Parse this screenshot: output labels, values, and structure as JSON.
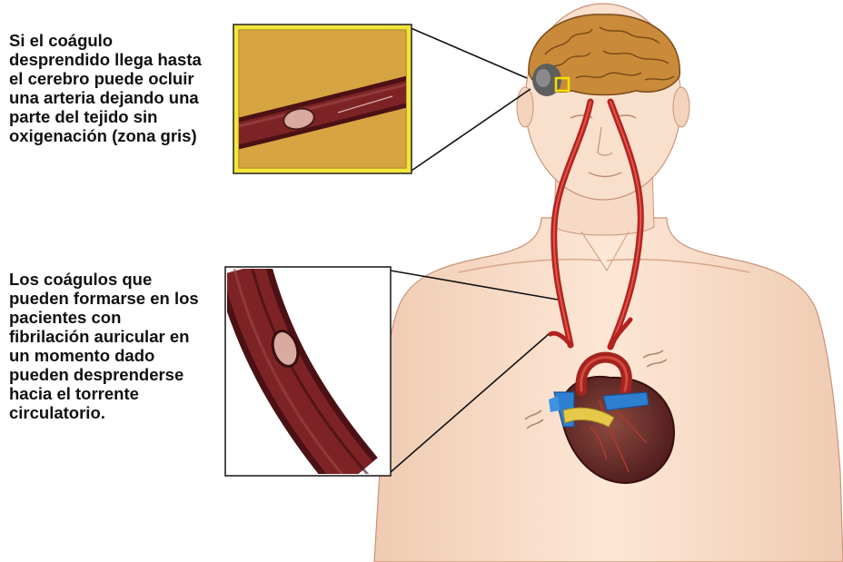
{
  "captions": {
    "brain_clot": "Si el coágulo\ndesprendido llega hasta\nel cerebro puede ocluir\nuna arteria dejando una\nparte del tejido sin\noxigenación (zona gris)",
    "heart_clot": "Los  coágulos que\npueden formarse en los\npacientes con\nfibrilación auricular en\nun momento dado\npueden desprenderse\nhacia el torrente\ncirculatorio."
  },
  "colors": {
    "skin": "#fbe3cf",
    "skin_shadow": "#efc7ad",
    "brain": "#c98a3a",
    "artery": "#b3231f",
    "vessel_dark": "#6e1f22",
    "clot": "#d9aaa0",
    "ischemic_zone": "#6a6a6a",
    "inset_highlight": "#f3e63a",
    "inset_background": "#d5a13c",
    "heart": "#7c2f2c",
    "vein_blue": "#2f7fd0"
  },
  "icons": {
    "figure": "human-torso-illustration",
    "organ_1": "brain-icon",
    "organ_2": "heart-icon"
  }
}
